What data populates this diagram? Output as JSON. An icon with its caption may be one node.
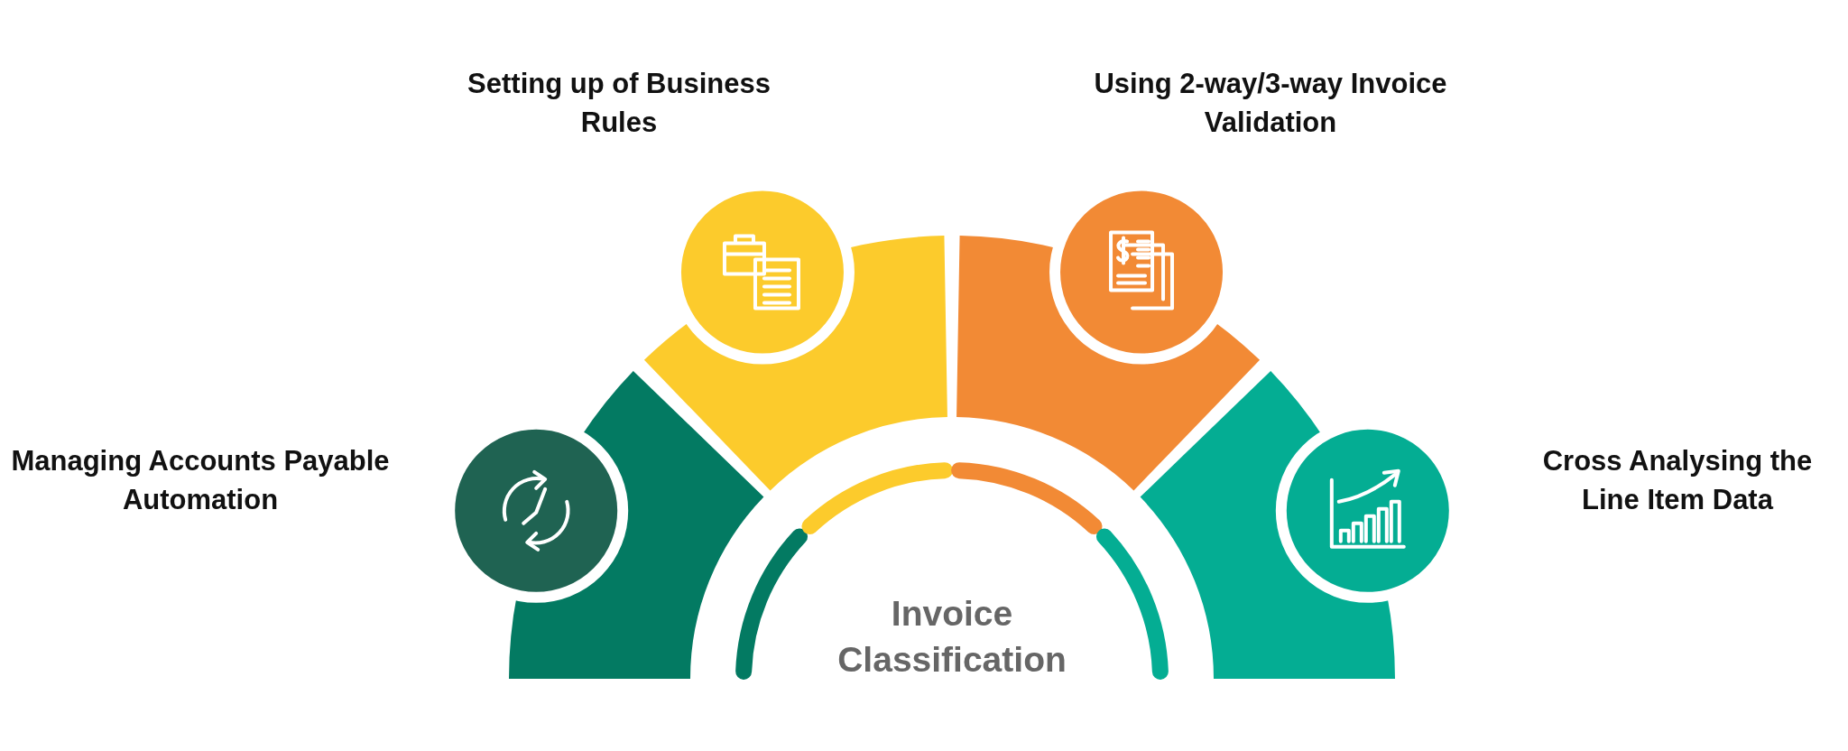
{
  "diagram": {
    "nodes": [
      {
        "text": [
          "Managing Accounts Payable Automation"
        ]
      },
      {
        "text": [
          "Setting up of Business Rules"
        ]
      },
      {
        "text": [
          "Using 2-way/3-way Invoice Validation"
        ]
      },
      {
        "text": [
          "Cross Analysing the Line Item Data"
        ]
      },
      {
        "text": [
          "Invoice Classification"
        ]
      }
    ]
  }
}
